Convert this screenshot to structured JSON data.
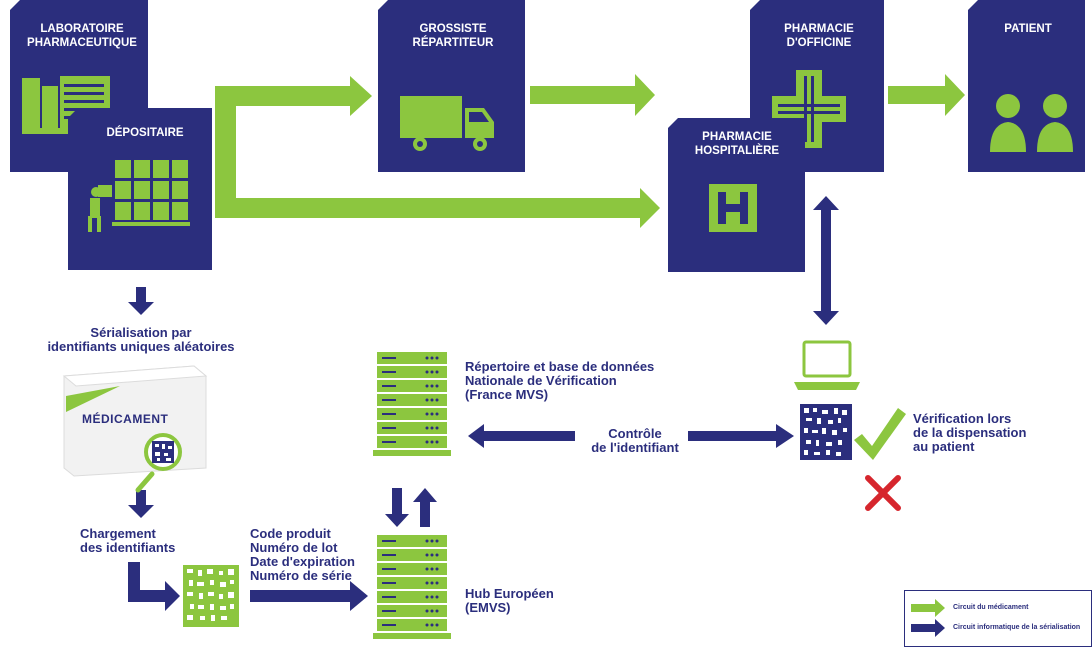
{
  "actors": {
    "laboratoire": "LABORATOIRE\nPHARMACEUTIQUE",
    "depositaire": "DÉPOSITAIRE",
    "grossiste": "GROSSISTE\nRÉPARTITEUR",
    "officine": "PHARMACIE\nD'OFFICINE",
    "hospitaliere": "PHARMACIE\nHOSPITALIÈRE",
    "patient": "PATIENT"
  },
  "steps": {
    "serialisation": "Sérialisation par\nidentifiants uniques aléatoires",
    "medicament": "MÉDICAMENT",
    "chargement": "Chargement\ndes identifiants",
    "fields": "Code produit\nNuméro de lot\nDate d'expiration\nNuméro de série",
    "repertoire": "Répertoire et base de données\nNationale de Vérification\n(France MVS)",
    "controle": "Contrôle\nde l'identifiant",
    "verification": "Vérification lors\nde la dispensation\nau patient",
    "hub": "Hub Européen\n(EMVS)"
  },
  "legend": {
    "medicament": "Circuit du médicament",
    "informatique": "Circuit informatique de la sérialisation"
  },
  "colors": {
    "navy": "#2b2e7d",
    "green": "#8cc63f",
    "red": "#d6262d"
  }
}
